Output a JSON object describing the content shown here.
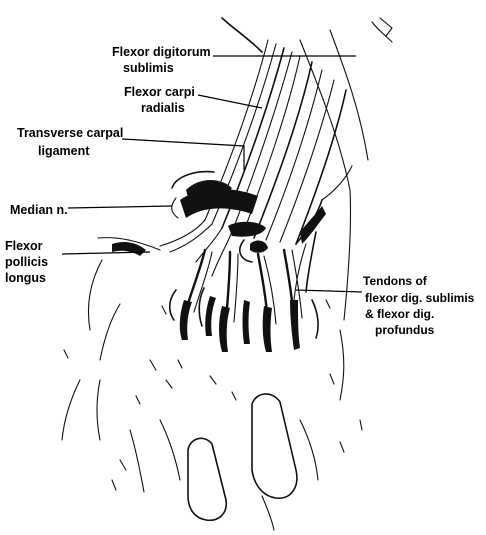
{
  "labels": {
    "flexor_digitorum_sublimis": [
      "Flexor digitorum",
      "sublimis"
    ],
    "flexor_carpi_radialis": [
      "Flexor carpi",
      "radialis"
    ],
    "transverse_carpal_ligament": [
      "Transverse carpal",
      "ligament"
    ],
    "median_nerve": [
      "Median n."
    ],
    "flexor_pollicis_longus": [
      "Flexor",
      "pollicis",
      "longus"
    ],
    "tendons": [
      "Tendons of",
      "flexor dig. sublimis",
      "& flexor dig.",
      "profundus"
    ]
  }
}
